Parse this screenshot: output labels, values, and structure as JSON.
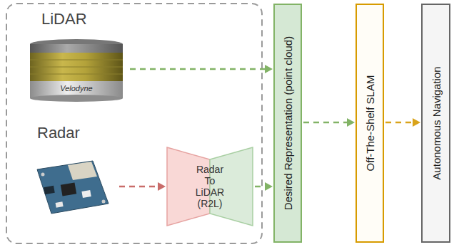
{
  "diagram": {
    "nodes": [
      {
        "text": [
          "LiDAR"
        ]
      },
      {
        "text": [
          "Radar"
        ]
      },
      {
        "text": [
          "Radar To LiDAR (R2L)"
        ]
      },
      {
        "text": [
          "Desired Representation (point cloud)"
        ]
      },
      {
        "text": [
          "Off-The-Shelf SLAM"
        ]
      },
      {
        "text": [
          "Autonomous Navigation"
        ]
      }
    ],
    "edges": [
      {
        "from": 0,
        "to": 3,
        "arrow": "to"
      },
      {
        "from": 1,
        "to": 2,
        "arrow": "to"
      },
      {
        "from": 2,
        "to": 3,
        "arrow": "to"
      },
      {
        "from": 3,
        "to": 4,
        "arrow": "to"
      },
      {
        "from": 4,
        "to": 5,
        "arrow": "to"
      }
    ],
    "labels": [
      "Velodyne"
    ]
  }
}
